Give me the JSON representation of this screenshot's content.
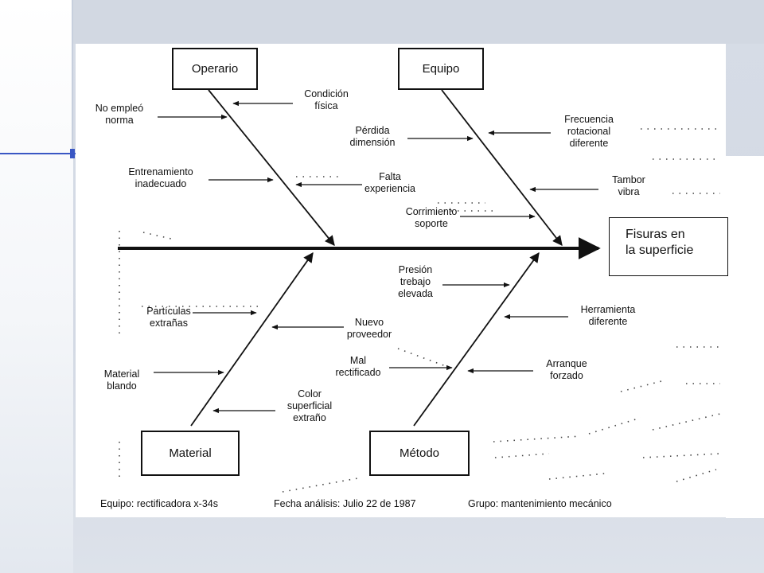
{
  "diagram": {
    "categories": {
      "operario": "Operario",
      "equipo": "Equipo",
      "material": "Material",
      "metodo": "Método"
    },
    "effect": {
      "line1": "Fisuras en",
      "line2": "la superficie"
    },
    "causes": {
      "operario": [
        [
          "Condición",
          "física"
        ],
        [
          "No empleó",
          "norma"
        ],
        [
          "Entrenamiento",
          "inadecuado"
        ],
        [
          "Falta",
          "experiencia"
        ]
      ],
      "equipo": [
        [
          "Pérdida",
          "dimensión"
        ],
        [
          "Frecuencia",
          "rotacional",
          "diferente"
        ],
        [
          "Tambor",
          "vibra"
        ],
        [
          "Corrimiento",
          "soporte"
        ]
      ],
      "material": [
        [
          "Partículas",
          "extrañas"
        ],
        [
          "Nuevo",
          "proveedor"
        ],
        [
          "Material",
          "blando"
        ],
        [
          "Color",
          "superficial",
          "extraño"
        ]
      ],
      "metodo": [
        [
          "Presión",
          "trebajo",
          "elevada"
        ],
        [
          "Herramienta",
          "diferente"
        ],
        [
          "Mal",
          "rectificado"
        ],
        [
          "Arranque",
          "forzado"
        ]
      ]
    },
    "footer": {
      "equipo": "Equipo: rectificadora x-34s",
      "fecha": "Fecha análisis: Julio 22 de 1987",
      "grupo": "Grupo: mantenimiento mecánico"
    }
  }
}
